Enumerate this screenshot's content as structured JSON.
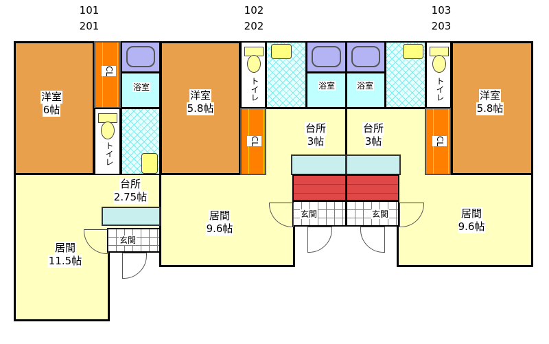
{
  "units": [
    {
      "numbers": [
        "101",
        "201"
      ],
      "western_room": {
        "name": "洋室",
        "size": "6帖"
      },
      "closet": "CL",
      "bath": "浴室",
      "toilet": "トイレ",
      "kitchen": {
        "name": "台所",
        "size": "2.75帖"
      },
      "living": {
        "name": "居間",
        "size": "11.5帖"
      },
      "entrance": "玄関"
    },
    {
      "numbers": [
        "102",
        "202"
      ],
      "western_room": {
        "name": "洋室",
        "size": "5.8帖"
      },
      "closet": "CL",
      "bath": "浴室",
      "toilet": "トイレ",
      "kitchen": {
        "name": "台所",
        "size": "3帖"
      },
      "living": {
        "name": "居間",
        "size": "9.6帖"
      },
      "entrance": "玄関"
    },
    {
      "numbers": [
        "103",
        "203"
      ],
      "western_room": {
        "name": "洋室",
        "size": "5.8帖"
      },
      "closet": "CL",
      "bath": "浴室",
      "toilet": "トイレ",
      "kitchen": {
        "name": "台所",
        "size": "3帖"
      },
      "living": {
        "name": "居間",
        "size": "9.6帖"
      },
      "entrance": "玄関"
    }
  ],
  "colors": {
    "western_room": "#e8a04c",
    "closet": "#ff8000",
    "bath": "#c0ffff",
    "living": "#ffffc0",
    "tub": "#b4b4f4",
    "entrance_step": "#e04848"
  }
}
